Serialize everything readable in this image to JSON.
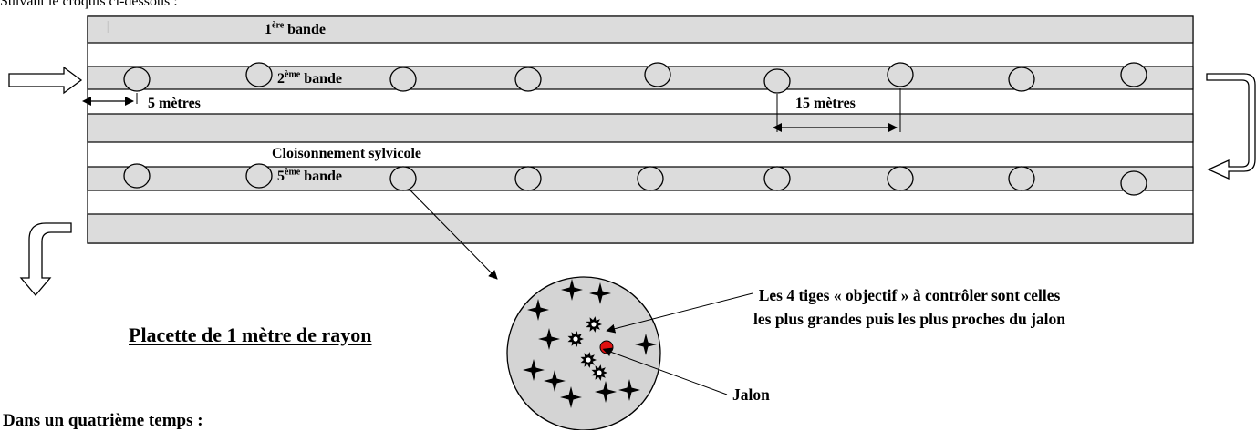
{
  "intro_text": "Suivant le croquis ci-dessous :",
  "step_heading": "Dans un quatrième temps :",
  "bands": {
    "band1": {
      "prefix": "1",
      "sup": "ère",
      "suffix": " bande"
    },
    "band2": {
      "prefix": "2",
      "sup": "ème",
      "suffix": " bande"
    },
    "band5": {
      "prefix": "5",
      "sup": "ème",
      "suffix": " bande"
    },
    "cloisonnement": "Cloisonnement sylvicole"
  },
  "distances": {
    "edge_spacing": "5 mètres",
    "plot_spacing": "15 mètres"
  },
  "placette": {
    "title": "Placette de 1 mètre de rayon",
    "note_line1": "Les 4 tiges « objectif » à contrôler sont celles",
    "note_line2": "les plus grandes puis les plus proches du jalon",
    "jalon_label": "Jalon"
  },
  "cursor_glyph": "I",
  "colors": {
    "band_fill": "#dcdcdc",
    "jalon": "#e01010",
    "stroke": "#000000"
  },
  "icons": [
    "arrow-right-icon",
    "u-turn-arrow-icon",
    "down-arrow-icon",
    "star-stem-icon",
    "burst-stem-icon"
  ]
}
